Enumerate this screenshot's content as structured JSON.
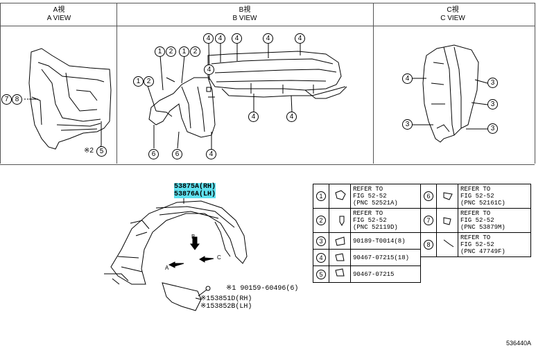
{
  "views": {
    "a": {
      "jp": "A視",
      "en": "A VIEW"
    },
    "b": {
      "jp": "B視",
      "en": "B VIEW"
    },
    "c": {
      "jp": "C視",
      "en": "C VIEW"
    }
  },
  "a_view_callouts": {
    "c7": "7",
    "c8": "8",
    "c2_note": "※2",
    "c5": "5"
  },
  "b_view_callouts": {
    "c1a": "1",
    "c2a": "2",
    "c1b": "1",
    "c2b": "2",
    "c1c": "1",
    "c2c": "2",
    "c4a": "4",
    "c4b": "4",
    "c4c": "4",
    "c4d": "4",
    "c4e": "4",
    "c4f": "4",
    "c4g": "4",
    "c4h": "4",
    "c4i": "4",
    "c6a": "6",
    "c6b": "6"
  },
  "c_view_callouts": {
    "c4": "4",
    "c3a": "3",
    "c3b": "3",
    "c3c": "3",
    "c3d": "3"
  },
  "main_part": {
    "rh": "53875A(RH)",
    "lh": "53876A(LH)"
  },
  "direction_labels": {
    "a": "A",
    "b": "B",
    "c": "C"
  },
  "sub_parts": {
    "bolt_note": "※1",
    "bolt": "90159-60496(6)",
    "flap_note1": "※1",
    "flap_rh": "53851D(RH)",
    "flap_note2": "※1",
    "flap_lh": "53852B(LH)"
  },
  "legend_left": [
    {
      "num": "1",
      "lines": [
        "REFER TO",
        "FIG 52-52",
        "(PNC 52521A)"
      ]
    },
    {
      "num": "2",
      "lines": [
        "REFER TO",
        "FIG 52-52",
        "(PNC 52119D)"
      ]
    },
    {
      "num": "3",
      "lines": [
        "90189-T0014(8)"
      ]
    },
    {
      "num": "4",
      "lines": [
        "90467-07215(18)"
      ]
    },
    {
      "num": "5",
      "lines": [
        "90467-07215"
      ]
    }
  ],
  "legend_right": [
    {
      "num": "6",
      "lines": [
        "REFER TO",
        "FIG 52-52",
        "(PNC 52161C)"
      ]
    },
    {
      "num": "7",
      "lines": [
        "REFER TO",
        "FIG 52-52",
        "(PNC 53879M)"
      ]
    },
    {
      "num": "8",
      "lines": [
        "REFER TO",
        "FIG 52-52",
        "(PNC 47749F)"
      ]
    }
  ],
  "figure_id": "536440A"
}
